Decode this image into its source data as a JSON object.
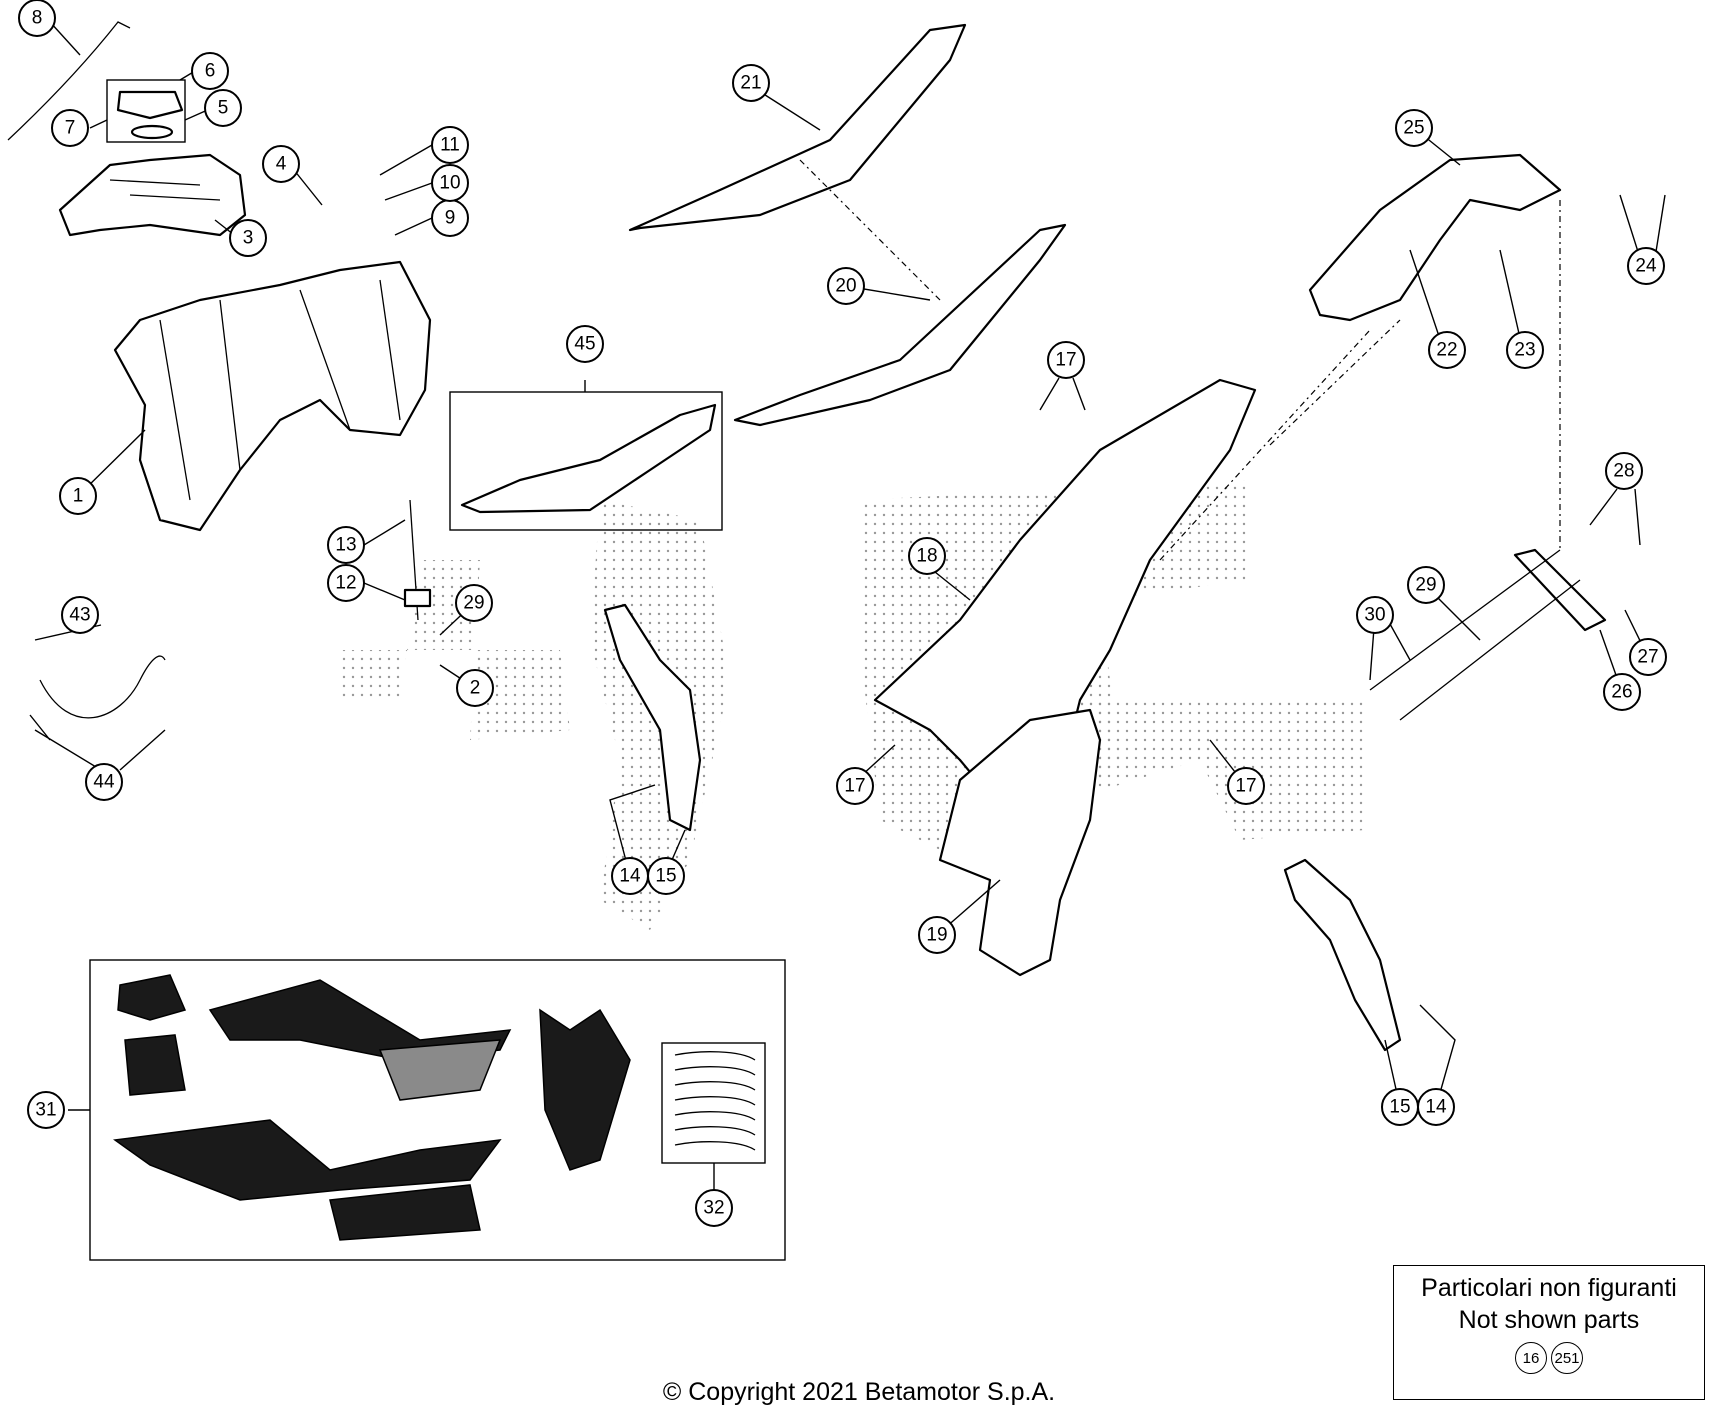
{
  "callouts": [
    "1",
    "2",
    "3",
    "4",
    "5",
    "6",
    "7",
    "8",
    "9",
    "10",
    "11",
    "12",
    "13",
    "14",
    "14",
    "14",
    "15",
    "15",
    "15",
    "17",
    "17",
    "17",
    "17",
    "18",
    "19",
    "20",
    "21",
    "22",
    "23",
    "24",
    "25",
    "26",
    "27",
    "28",
    "29",
    "29",
    "29",
    "30",
    "31",
    "32",
    "43",
    "44",
    "45"
  ],
  "note": {
    "line1": "Particolari non figuranti",
    "line2": "Not shown parts",
    "refs": [
      "16",
      "251"
    ]
  },
  "copyright": "© Copyright 2021 Betamotor S.p.A.",
  "colors": {
    "ink": "#000000",
    "paper": "#ffffff",
    "graphic_dark": "#1a1a1a",
    "graphic_grey": "#8a8a8a"
  }
}
